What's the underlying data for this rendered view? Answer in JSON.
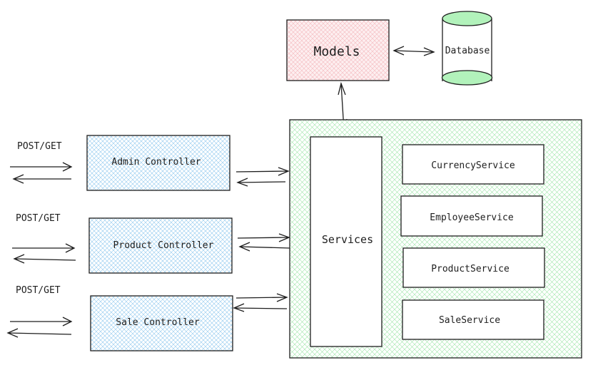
{
  "labels": {
    "models": "Models",
    "database": "Database",
    "services": "Services",
    "post_get": "POST/GET"
  },
  "controllers": [
    {
      "id": "admin",
      "label": "Admin Controller"
    },
    {
      "id": "product",
      "label": "Product Controller"
    },
    {
      "id": "sale",
      "label": "Sale Controller"
    }
  ],
  "services": [
    {
      "id": "currency",
      "label": "CurrencyService"
    },
    {
      "id": "employee",
      "label": "EmployeeService"
    },
    {
      "id": "product",
      "label": "ProductService"
    },
    {
      "id": "sale",
      "label": "SaleService"
    }
  ],
  "colors": {
    "stroke": "#1e1e1e",
    "models_hatch": "#f4b8bd",
    "models_fill": "#fdeff0",
    "controller_hatch": "#8fc9ef",
    "services_hatch": "#9ee6a8",
    "database_cap": "#b2f2bb",
    "white": "#ffffff"
  }
}
